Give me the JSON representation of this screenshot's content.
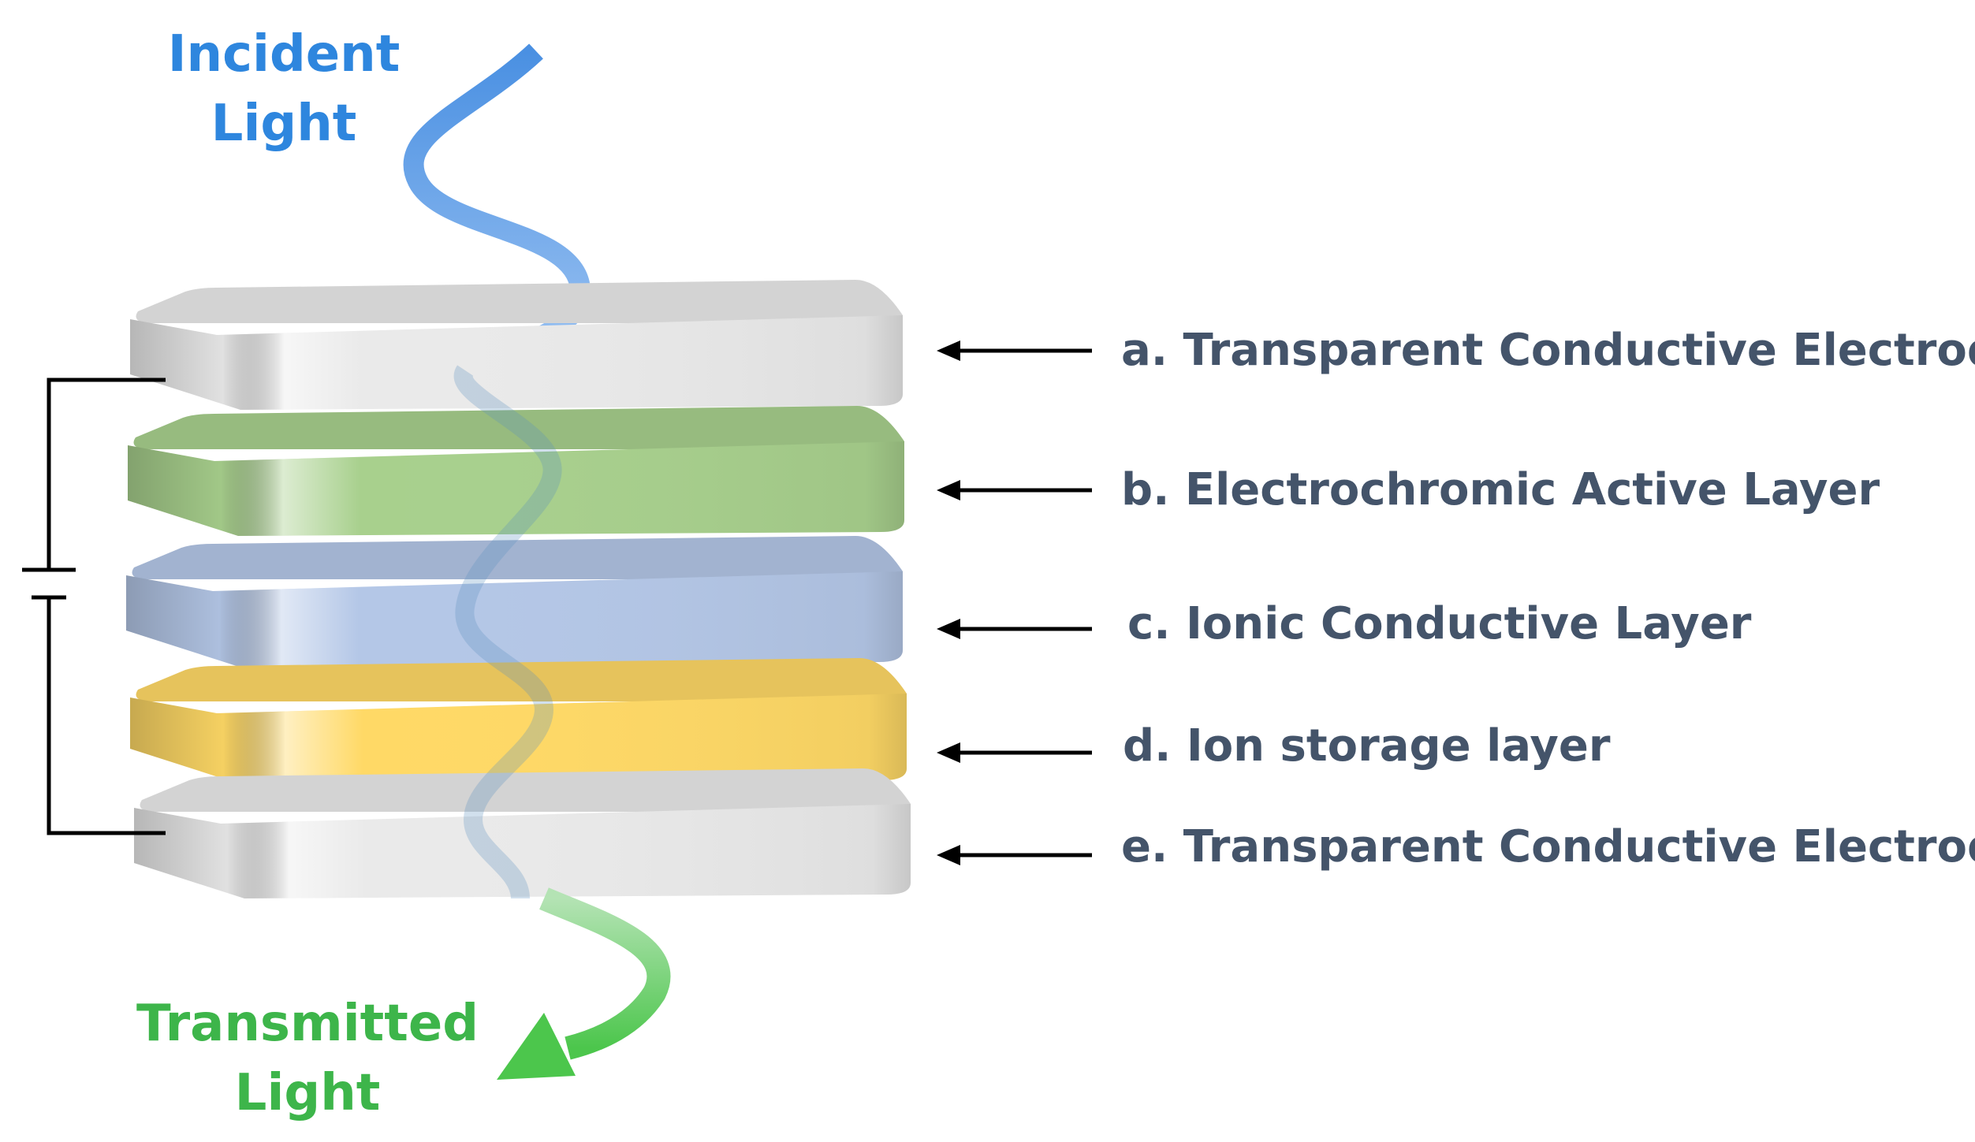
{
  "incident_light": {
    "line1": "Incident",
    "line2": "Light",
    "color": "#2E86DE"
  },
  "transmitted_light": {
    "line1": "Transmitted",
    "line2": "Light",
    "color": "#3DB54A"
  },
  "layers": [
    {
      "label": "a. Transparent Conductive Electrode",
      "color": "#EAEAEA"
    },
    {
      "label": "b. Electrochromic Active Layer",
      "color": "#A8D08D"
    },
    {
      "label": "c. Ionic Conductive Layer",
      "color": "#B4C7E7"
    },
    {
      "label": "d. Ion storage layer",
      "color": "#FFD966"
    },
    {
      "label": "e. Transparent Conductive Electrode",
      "color": "#EAEAEA"
    }
  ],
  "label_color": "#44546A"
}
